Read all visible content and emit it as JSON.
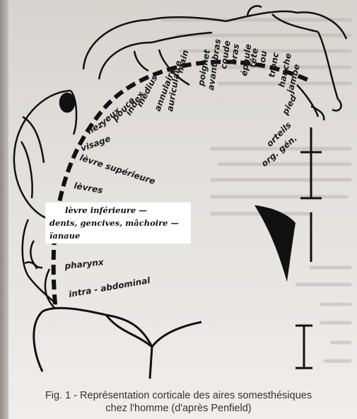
{
  "labels": {
    "main": "main",
    "poignet": "poignet",
    "coude": "coude",
    "bras": "bras",
    "epaule": "épaule",
    "tete": "tête",
    "cou": "cou",
    "tronc": "tronc",
    "hanche": "hanche",
    "jambe": "jambe",
    "pied": "pied",
    "orteils": "orteils",
    "org_gen": "org. gén.",
    "auriculaire": "auriculaire",
    "annulaire": "annulaire",
    "avant_bras": "avant-bras",
    "medius": "médius",
    "index": "index",
    "pouce": "pouce",
    "yeux": "yeux",
    "nez": "nez",
    "visage": "visage",
    "levre_superieure": "lèvre supérieure",
    "levres": "lèvres",
    "pharynx": "pharynx",
    "intra_abdominal": "intra - abdominal"
  },
  "overlay_box": {
    "line1": "lèvre inférieure —",
    "line2": "dents, gencives, mâchoire —",
    "line3": "ïanaue"
  },
  "caption": {
    "line1": "Fig. 1 - Représentation corticale des aires somesthésiques",
    "line2": "chez l'homme (d'après Penfield)"
  }
}
